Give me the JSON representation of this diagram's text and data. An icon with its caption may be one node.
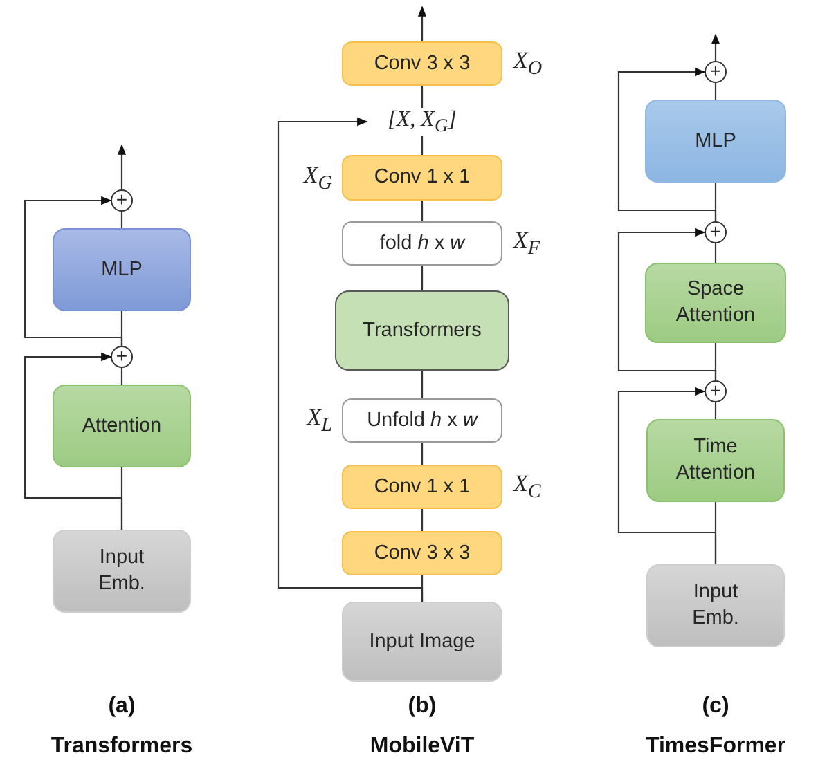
{
  "diagram": {
    "nodes": [
      {
        "text": [
          "+"
        ]
      },
      {
        "text": [
          "MLP"
        ]
      },
      {
        "text": [
          "+"
        ]
      },
      {
        "text": [
          "Attention"
        ]
      },
      {
        "text": [
          "Input Emb."
        ]
      },
      {
        "text": [
          "Conv 3 x 3"
        ],
        "beside": [
          "X$_{O}$"
        ]
      },
      {
        "text": [
          "[X, X$_{G}$]"
        ]
      },
      {
        "text": [
          "Conv 1 x 1"
        ],
        "beside": [
          "X$_{G}$"
        ]
      },
      {
        "text": [
          "fold *h* x *w*"
        ],
        "beside": [
          "X$_{F}$"
        ]
      },
      {
        "text": [
          "Transformers"
        ]
      },
      {
        "text": [
          "Unfold *h* x *w*"
        ],
        "beside": [
          "X$_{L}$"
        ]
      },
      {
        "text": [
          "Conv 1 x 1"
        ],
        "beside": [
          "X$_{C}$"
        ]
      },
      {
        "text": [
          "Conv 3 x 3"
        ]
      },
      {
        "text": [
          "Input Image"
        ]
      },
      {
        "text": [
          "+"
        ]
      },
      {
        "text": [
          "MLP"
        ]
      },
      {
        "text": [
          "+"
        ]
      },
      {
        "text": [
          "Space Attention"
        ]
      },
      {
        "text": [
          "+"
        ]
      },
      {
        "text": [
          "Time Attention"
        ]
      },
      {
        "text": [
          "Input Emb."
        ]
      }
    ],
    "edges": [
      {
        "from": 4,
        "to": 3,
        "arrow": "none"
      },
      {
        "from": 3,
        "to": 2,
        "arrow": "none"
      },
      {
        "from": 2,
        "to": 1,
        "arrow": "none"
      },
      {
        "from": 1,
        "to": 0,
        "arrow": "none"
      },
      {
        "from": 0,
        "to": null,
        "arrow": "to"
      },
      {
        "from": 4,
        "to": 2,
        "arrow": "to"
      },
      {
        "from": 2,
        "to": 0,
        "arrow": "to"
      },
      {
        "from": 13,
        "to": 12,
        "arrow": "none"
      },
      {
        "from": 12,
        "to": 11,
        "arrow": "none"
      },
      {
        "from": 11,
        "to": 10,
        "arrow": "none"
      },
      {
        "from": 10,
        "to": 9,
        "arrow": "none"
      },
      {
        "from": 9,
        "to": 8,
        "arrow": "none"
      },
      {
        "from": 8,
        "to": 7,
        "arrow": "none"
      },
      {
        "from": 7,
        "to": 6,
        "arrow": "none"
      },
      {
        "from": 6,
        "to": 5,
        "arrow": "none"
      },
      {
        "from": 5,
        "to": null,
        "arrow": "to"
      },
      {
        "from": 13,
        "to": 6,
        "arrow": "to"
      },
      {
        "from": 20,
        "to": 19,
        "arrow": "none"
      },
      {
        "from": 19,
        "to": 18,
        "arrow": "none"
      },
      {
        "from": 18,
        "to": 17,
        "arrow": "none"
      },
      {
        "from": 17,
        "to": 16,
        "arrow": "none"
      },
      {
        "from": 16,
        "to": 15,
        "arrow": "none"
      },
      {
        "from": 15,
        "to": 14,
        "arrow": "none"
      },
      {
        "from": 14,
        "to": null,
        "arrow": "to"
      },
      {
        "from": 20,
        "to": 18,
        "arrow": "to"
      },
      {
        "from": 18,
        "to": 16,
        "arrow": "to"
      },
      {
        "from": 16,
        "to": 14,
        "arrow": "to"
      }
    ],
    "labels": [
      "(a)",
      "Transformers",
      "(b)",
      "MobileViT",
      "(c)",
      "TimesFormer"
    ]
  }
}
